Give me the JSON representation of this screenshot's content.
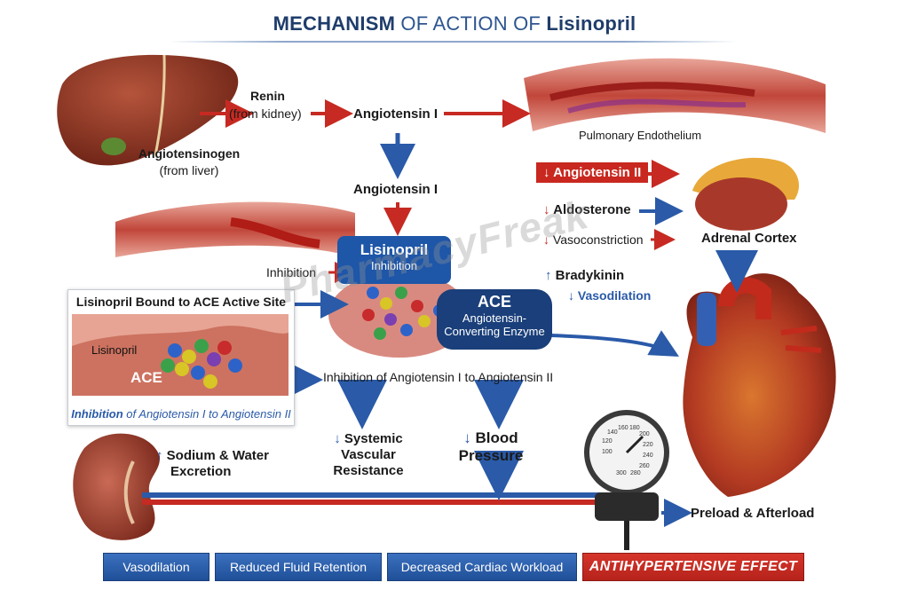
{
  "title": {
    "part1": "MECHANISM",
    "part2": " OF ACTION OF ",
    "part3": "Lisinopril"
  },
  "labels": {
    "renin": "Renin",
    "renin_sub": "(from kidney)",
    "angiotensinogen": "Angiotensinogen",
    "angiotensinogen_sub": "(from liver)",
    "angiotensin_i_top": "Angiotensin I",
    "pulmonary_endothelium": "Pulmonary Endothelium",
    "angiotensin_i_mid": "Angiotensin I",
    "inhibition": "Inhibition",
    "lisinopril_box_title": "Lisinopril",
    "lisinopril_box_sub": "Inhibition",
    "ace_title": "ACE",
    "ace_sub1": "Angiotensin-",
    "ace_sub2": "Converting Enzyme",
    "angiotensin_ii_badge": "↓ Angiotensin II",
    "aldosterone": "Aldosterone",
    "vasoconstriction": "Vasoconstriction",
    "adrenal_cortex": "Adrenal Cortex",
    "bradykinin": "Bradykinin",
    "vasodilation_side": "Vasodilation",
    "inhibition_line": "Inhibition of Angiotensin I to Angiotensin II",
    "systemic_1": "Systemic",
    "systemic_2": "Vascular",
    "systemic_3": "Resistance",
    "blood_1": "Blood",
    "blood_2": "Pressure",
    "sodium_1": "Sodium & Water",
    "sodium_2": "Excretion",
    "preload": "Preload & Afterload",
    "watermark": "PharmacyFreak"
  },
  "panel": {
    "title": "Lisinopril Bound to ACE Active Site",
    "lisinopril_tag": "Lisinopril",
    "ace_tag": "ACE",
    "caption_blue": "Inhibition",
    "caption_rest": " of Angiotensin I to Angiotensin II"
  },
  "gauge_ticks": [
    "100",
    "120",
    "140",
    "160",
    "180",
    "200",
    "220",
    "240",
    "260",
    "280",
    "300"
  ],
  "bottom": {
    "b1": "Vasodilation",
    "b2": "Reduced Fluid Retention",
    "b3": "Decreased Cardiac Workload",
    "b4": "ANTIHYPERTENSIVE EFFECT"
  },
  "colors": {
    "blue": "#2a5aa8",
    "red": "#c62a22",
    "navy": "#1f3d6b"
  }
}
